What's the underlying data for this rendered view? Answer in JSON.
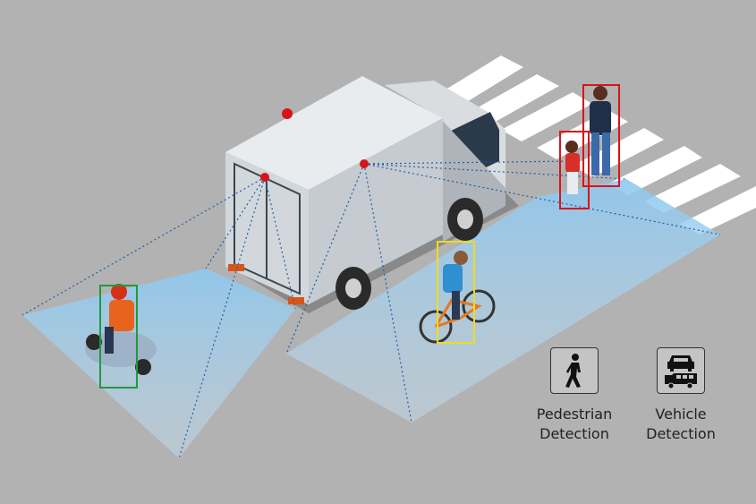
{
  "legend": [
    {
      "icon": "pedestrian-icon",
      "line1": "Pedestrian",
      "line2": "Detection"
    },
    {
      "icon": "vehicle-icon",
      "line1": "Vehicle",
      "line2": "Detection"
    }
  ],
  "colors": {
    "background": "#b2b2b2",
    "detection_zone": "#a9d3ef",
    "sensor": "#d7141a",
    "pedestrian_box": "#d7141a",
    "cyclist_box": "#f0dc20",
    "scooter_box": "#1f9a3c"
  }
}
